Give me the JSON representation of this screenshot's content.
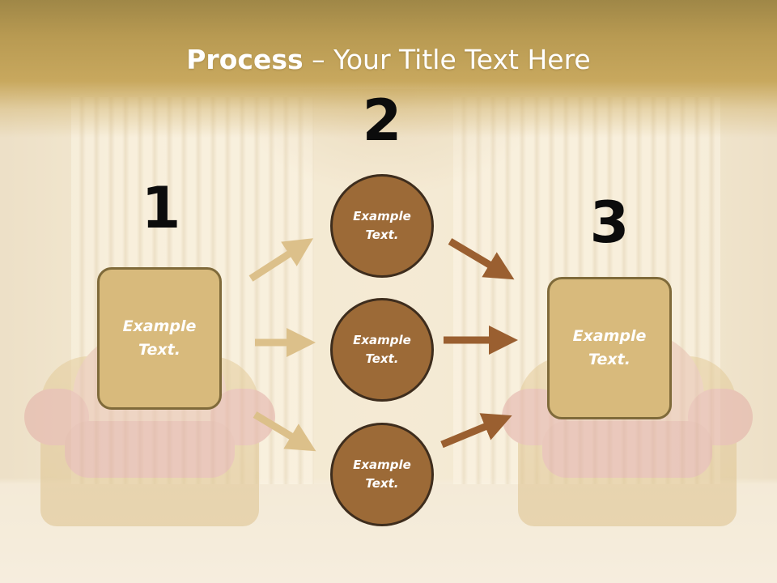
{
  "slide": {
    "title_bold": "Process",
    "title_rest": " – Your Title Text Here",
    "numbers": [
      "1",
      "2",
      "3"
    ],
    "left_box": {
      "text": "Example\nText."
    },
    "right_box": {
      "text": "Example\nText."
    },
    "circles": [
      {
        "text": "Example\nText."
      },
      {
        "text": "Example\nText."
      },
      {
        "text": "Example\nText."
      }
    ]
  },
  "colors": {
    "title_band": "#b89a52",
    "box_fill": "#d8ba7c",
    "box_border": "#7f6a3a",
    "circle_fill": "#9c6a37",
    "circle_border": "#3e2d1d",
    "light_arrow": "#dcc08a",
    "dark_arrow": "#9a5f30"
  },
  "icons": {
    "arrows_in": "arrow-right-light",
    "arrows_out": "arrow-right-dark"
  }
}
